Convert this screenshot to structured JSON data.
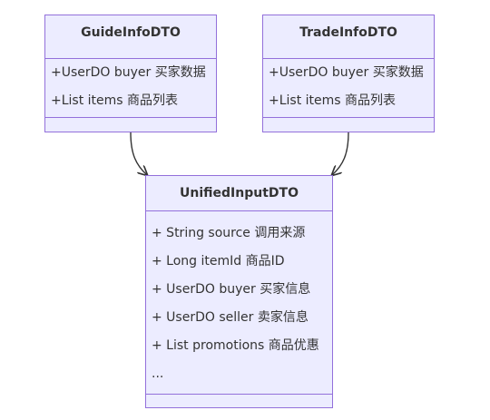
{
  "classes": {
    "guide": {
      "name": "GuideInfoDTO",
      "attributes": [
        "+UserDO buyer 买家数据",
        "+List items 商品列表"
      ]
    },
    "trade": {
      "name": "TradeInfoDTO",
      "attributes": [
        "+UserDO buyer 买家数据",
        "+List items 商品列表"
      ]
    },
    "unified": {
      "name": "UnifiedInputDTO",
      "attributes": [
        "+ String source 调用来源",
        "+ Long itemId 商品ID",
        "+ UserDO buyer 买家信息",
        "+ UserDO seller 卖家信息",
        "+ List promotions 商品优惠",
        "..."
      ]
    }
  },
  "colors": {
    "box_fill": "#ececff",
    "box_border": "#9370db",
    "edge": "#333333",
    "text": "#333333"
  }
}
